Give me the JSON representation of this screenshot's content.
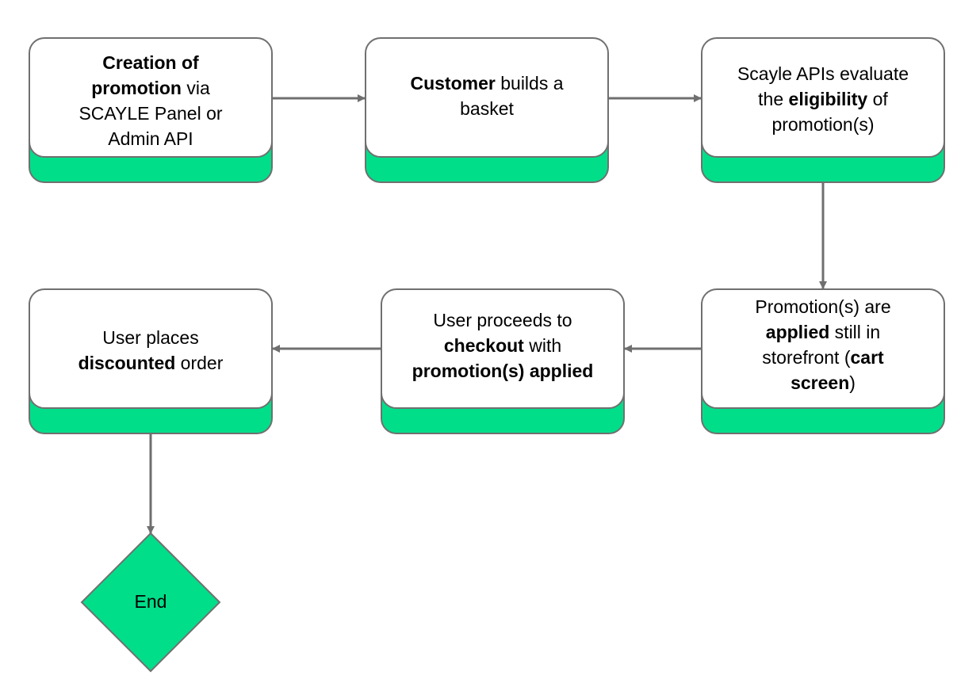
{
  "nodes": {
    "creation": {
      "parts": [
        {
          "text": "Creation of",
          "bold": true
        },
        {
          "br": true
        },
        {
          "text": "promotion",
          "bold": true
        },
        {
          "text": " via"
        },
        {
          "br": true
        },
        {
          "text": "SCAYLE Panel or"
        },
        {
          "br": true
        },
        {
          "text": "Admin API"
        }
      ]
    },
    "basket": {
      "parts": [
        {
          "text": "Customer",
          "bold": true
        },
        {
          "text": " builds a"
        },
        {
          "br": true
        },
        {
          "text": "basket"
        }
      ]
    },
    "eligibility": {
      "parts": [
        {
          "text": "Scayle APIs evaluate"
        },
        {
          "br": true
        },
        {
          "text": "the "
        },
        {
          "text": "eligibility",
          "bold": true
        },
        {
          "text": " of"
        },
        {
          "br": true
        },
        {
          "text": "promotion(s)"
        }
      ]
    },
    "applied": {
      "parts": [
        {
          "text": "Promotion(s) are"
        },
        {
          "br": true
        },
        {
          "text": "applied",
          "bold": true
        },
        {
          "text": " still in"
        },
        {
          "br": true
        },
        {
          "text": "storefront ("
        },
        {
          "text": "cart",
          "bold": true
        },
        {
          "br": true
        },
        {
          "text": "screen",
          "bold": true
        },
        {
          "text": ")"
        }
      ]
    },
    "checkout": {
      "parts": [
        {
          "text": "User proceeds to"
        },
        {
          "br": true
        },
        {
          "text": "checkout",
          "bold": true
        },
        {
          "text": " with"
        },
        {
          "br": true
        },
        {
          "text": "promotion(s) applied",
          "bold": true
        }
      ]
    },
    "order": {
      "parts": [
        {
          "text": "User places"
        },
        {
          "br": true
        },
        {
          "text": "discounted",
          "bold": true
        },
        {
          "text": " order"
        }
      ]
    },
    "end": {
      "label": "End"
    }
  },
  "colors": {
    "accent": "#00de8a",
    "border": "#707070",
    "arrow": "#6f6f6f"
  }
}
